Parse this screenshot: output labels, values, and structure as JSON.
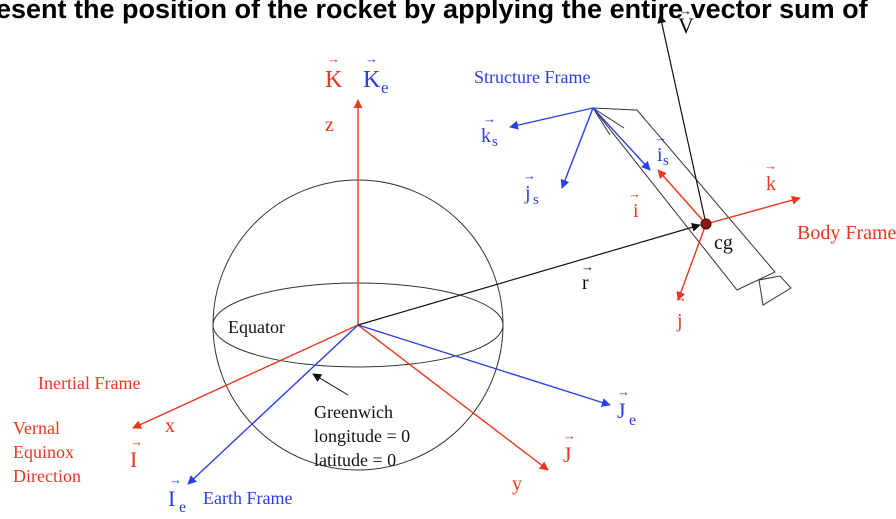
{
  "heading": "esent the position of the rocket by applying the entire vector sum of",
  "axes": {
    "inertial_K": "K",
    "earth_Ke": "K",
    "earth_Ke_sub": "e",
    "z": "z",
    "x": "x",
    "y": "y",
    "inertial_I": "I",
    "inertial_J": "J",
    "earth_Ie": "I",
    "earth_Ie_sub": "e",
    "earth_Je": "J",
    "earth_Je_sub": "e"
  },
  "frames": {
    "structure": "Structure Frame",
    "body": "Body Frame",
    "inertial": "Inertial Frame",
    "earth": "Earth Frame"
  },
  "structure_vectors": {
    "k": "k",
    "k_sub": "s",
    "j": "j",
    "j_sub": "s",
    "i": "i",
    "i_sub": "s"
  },
  "body_vectors": {
    "i": "i",
    "j": "j",
    "k": "k"
  },
  "velocity": "V",
  "position": "r",
  "cg": "cg",
  "equator": "Equator",
  "greenwich": {
    "line1": "Greenwich",
    "line2": "longitude = 0",
    "line3": "latitude = 0"
  },
  "vernal": {
    "line1": "Vernal",
    "line2": "Equinox",
    "line3": "Direction"
  },
  "colors": {
    "inertial": "#e8381e",
    "earth": "#2a3ee8",
    "neutral": "#111111"
  }
}
